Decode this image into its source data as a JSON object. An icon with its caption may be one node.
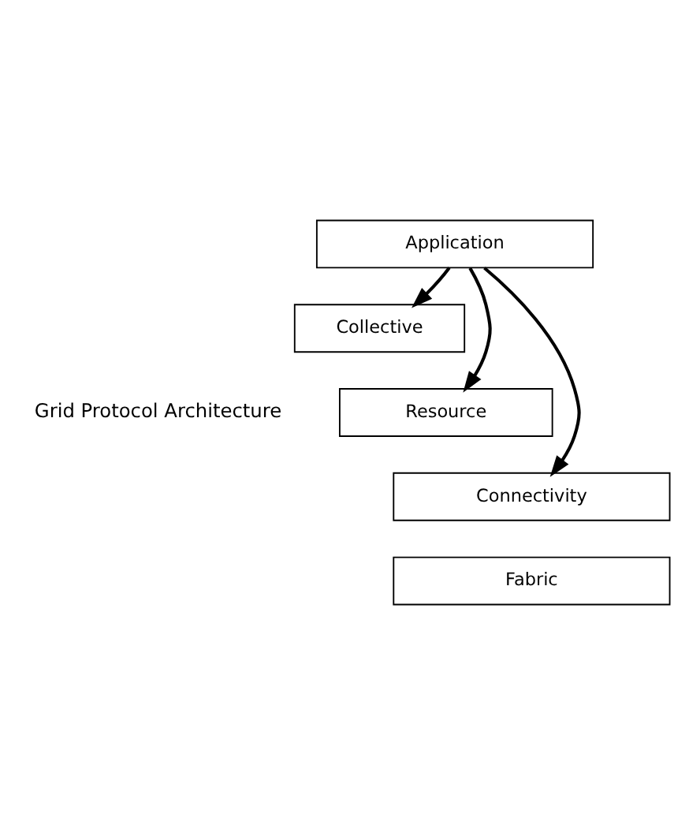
{
  "diagram": {
    "nodes": [
      {
        "text": [
          "Application"
        ]
      },
      {
        "text": [
          "Collective"
        ]
      },
      {
        "text": [
          "Resource"
        ]
      },
      {
        "text": [
          "Connectivity"
        ]
      },
      {
        "text": [
          "Fabric"
        ]
      }
    ],
    "edges": [
      {
        "from": 0,
        "to": 3,
        "arrow": "to"
      },
      {
        "from": 0,
        "to": 2,
        "arrow": "to"
      },
      {
        "from": 0,
        "to": 1,
        "arrow": "to"
      }
    ],
    "labels": [
      "Grid Protocol Architecture"
    ]
  }
}
